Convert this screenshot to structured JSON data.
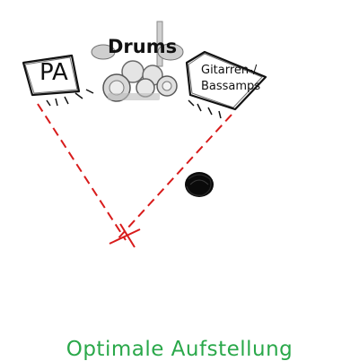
{
  "colors": {
    "guide_line": "#d81b1b",
    "caption": "#2aa84a",
    "ink": "#111111"
  },
  "labels": {
    "pa": "PA",
    "drums": "Drums",
    "amps": "Gitarren-/ Bassamps"
  },
  "caption": "Optimale Aufstellung",
  "icons": {
    "pa_speaker": "pa-box-sketch-icon",
    "drum_kit": "drum-kit-icon",
    "amp": "amp-box-sketch-icon",
    "listener": "listener-head-icon"
  }
}
